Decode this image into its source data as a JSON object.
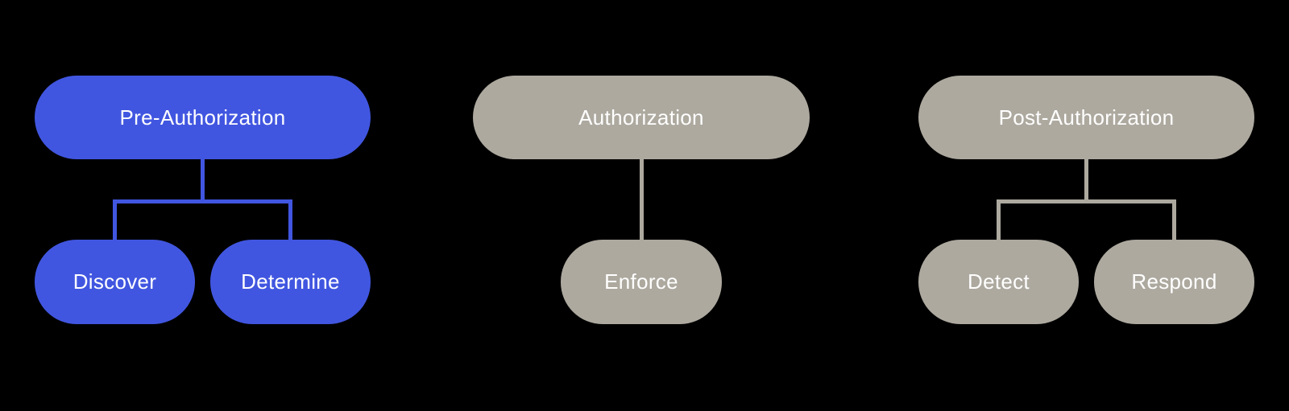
{
  "colors": {
    "background": "#000000",
    "node_blue": "#4156E0",
    "node_gray": "#ADA99F",
    "text": "#FFFFFF"
  },
  "diagram": {
    "groups": [
      {
        "id": "pre-authorization",
        "parent": "Pre-Authorization",
        "children": [
          "Discover",
          "Determine"
        ],
        "color": "#4156E0"
      },
      {
        "id": "authorization",
        "parent": "Authorization",
        "children": [
          "Enforce"
        ],
        "color": "#ADA99F"
      },
      {
        "id": "post-authorization",
        "parent": "Post-Authorization",
        "children": [
          "Detect",
          "Respond"
        ],
        "color": "#ADA99F"
      }
    ]
  }
}
